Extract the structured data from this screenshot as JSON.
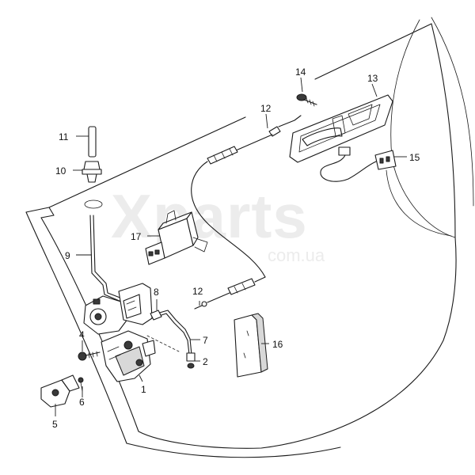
{
  "watermark": {
    "brand": "Xparts",
    "domain": "com.ua"
  },
  "callouts": [
    {
      "id": "1",
      "label": "1"
    },
    {
      "id": "2",
      "label": "2"
    },
    {
      "id": "4",
      "label": "4"
    },
    {
      "id": "5",
      "label": "5"
    },
    {
      "id": "6",
      "label": "6"
    },
    {
      "id": "7",
      "label": "7"
    },
    {
      "id": "8",
      "label": "8"
    },
    {
      "id": "9",
      "label": "9"
    },
    {
      "id": "10",
      "label": "10"
    },
    {
      "id": "11",
      "label": "11"
    },
    {
      "id": "12a",
      "label": "12"
    },
    {
      "id": "12b",
      "label": "12"
    },
    {
      "id": "13",
      "label": "13"
    },
    {
      "id": "14",
      "label": "14"
    },
    {
      "id": "15",
      "label": "15"
    },
    {
      "id": "16",
      "label": "16"
    },
    {
      "id": "17",
      "label": "17"
    }
  ]
}
